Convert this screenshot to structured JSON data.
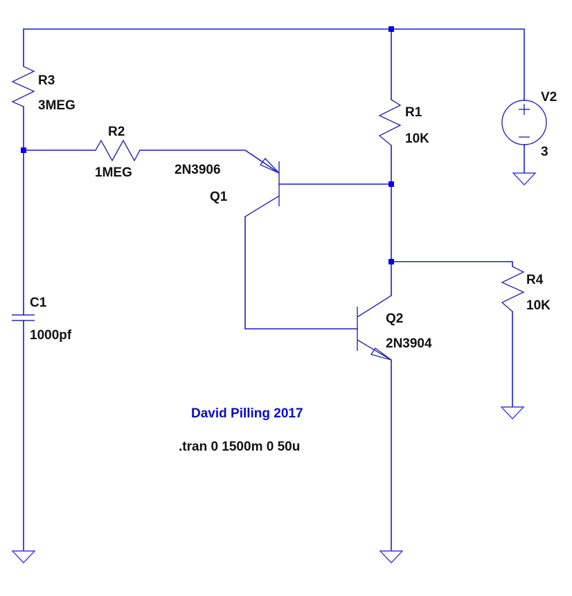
{
  "schematic": {
    "colors": {
      "wire": "#1a1acc",
      "junction": "#0000ee",
      "label": "#111111",
      "credit": "#0a0ac8"
    },
    "components": {
      "R3": {
        "name": "R3",
        "value": "3MEG",
        "type": "resistor"
      },
      "R2": {
        "name": "R2",
        "value": "1MEG",
        "type": "resistor"
      },
      "R1": {
        "name": "R1",
        "value": "10K",
        "type": "resistor"
      },
      "R4": {
        "name": "R4",
        "value": "10K",
        "type": "resistor"
      },
      "C1": {
        "name": "C1",
        "value": "1000pf",
        "type": "capacitor"
      },
      "Q1": {
        "name": "Q1",
        "model": "2N3906",
        "type": "pnp-transistor"
      },
      "Q2": {
        "name": "Q2",
        "model": "2N3904",
        "type": "npn-transistor"
      },
      "V2": {
        "name": "V2",
        "value": "3",
        "type": "voltage-source"
      }
    },
    "credit": "David Pilling 2017",
    "directive": ".tran 0 1500m 0 50u"
  }
}
